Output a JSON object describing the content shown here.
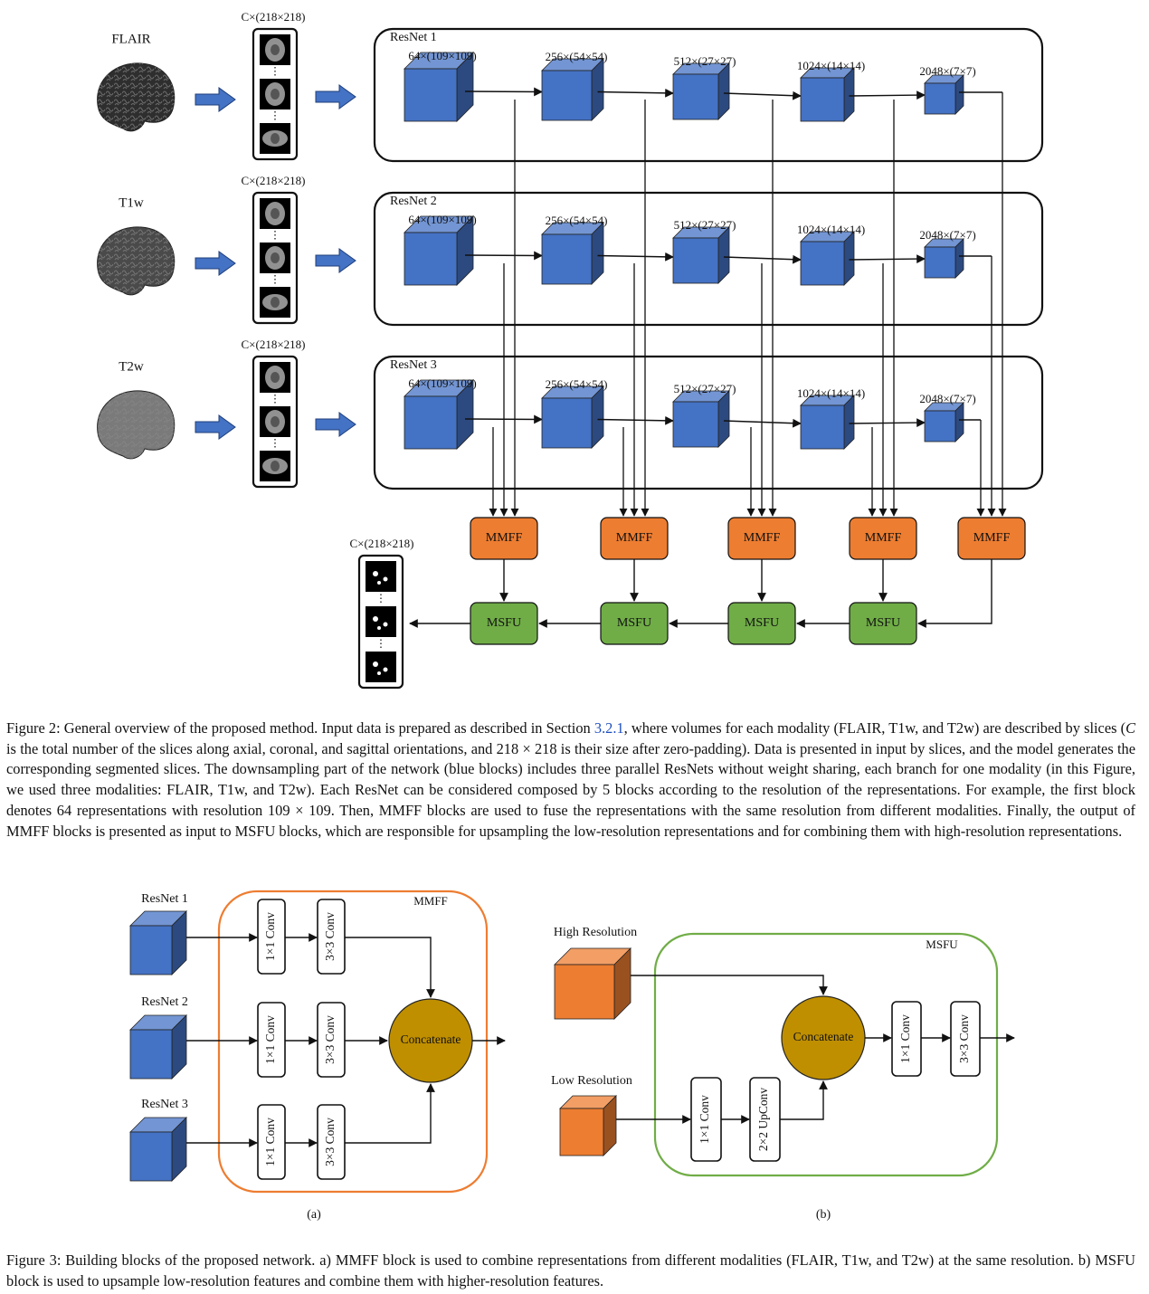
{
  "figure2": {
    "modalities": [
      "FLAIR",
      "T1w",
      "T2w"
    ],
    "slice_stack_label": "C×(218×218)",
    "output_stack_label": "C×(218×218)",
    "ellipsis": "⋮",
    "resnets": [
      "ResNet 1",
      "ResNet 2",
      "ResNet 3"
    ],
    "block_sizes": [
      "64×(109×109)",
      "256×(54×54)",
      "512×(27×27)",
      "1024×(14×14)",
      "2048×(7×7)"
    ],
    "mmff_label": "MMFF",
    "msfu_label": "MSFU",
    "colors": {
      "blue": "#4472c4",
      "orange": "#ed7d31",
      "green": "#70ad47",
      "gold": "#bf8f00"
    }
  },
  "caption2": {
    "p1": "Figure 2: General overview of the proposed method. Input data is prepared as described in Section ",
    "ref": "3.2.1",
    "p2": ", where volumes for each modality (FLAIR, T1w, and T2w) are described by slices (",
    "c": "C",
    "p3": " is the total number of the slices along axial, coronal, and sagittal orientations, and 218 × 218 is their size after zero-padding). Data is presented in input by slices, and the model generates the corresponding segmented slices. The downsampling part of the network (blue blocks) includes three parallel ResNets without weight sharing, each branch for one modality (in this Figure, we used three modalities: FLAIR, T1w, and T2w). Each ResNet can be considered composed by 5 blocks according to the resolution of the representations. For example, the first block denotes 64 representations with resolution 109 × 109. Then, MMFF blocks are used to fuse the representations with the same resolution from different modalities. Finally, the output of MMFF blocks is presented as input to MSFU blocks, which are responsible for upsampling the low-resolution representations and for combining them with high-resolution representations."
  },
  "figure3": {
    "a": {
      "inputs": [
        "ResNet 1",
        "ResNet 2",
        "ResNet 3"
      ],
      "title": "MMFF",
      "conv1": "1×1 Conv",
      "conv3": "3×3 Conv",
      "concat": "Concatenate",
      "label": "(a)"
    },
    "b": {
      "high": "High Resolution",
      "low": "Low Resolution",
      "title": "MSFU",
      "concat": "Concatenate",
      "conv1": "1×1 Conv",
      "upconv": "2×2 UpConv",
      "conv3": "3×3 Conv",
      "label": "(b)"
    }
  },
  "caption3": {
    "text": "Figure 3: Building blocks of the proposed network. a) MMFF block is used to combine representations from different modalities (FLAIR, T1w, and T2w) at the same resolution. b) MSFU block is used to upsample low-resolution features and combine them with higher-resolution features."
  }
}
